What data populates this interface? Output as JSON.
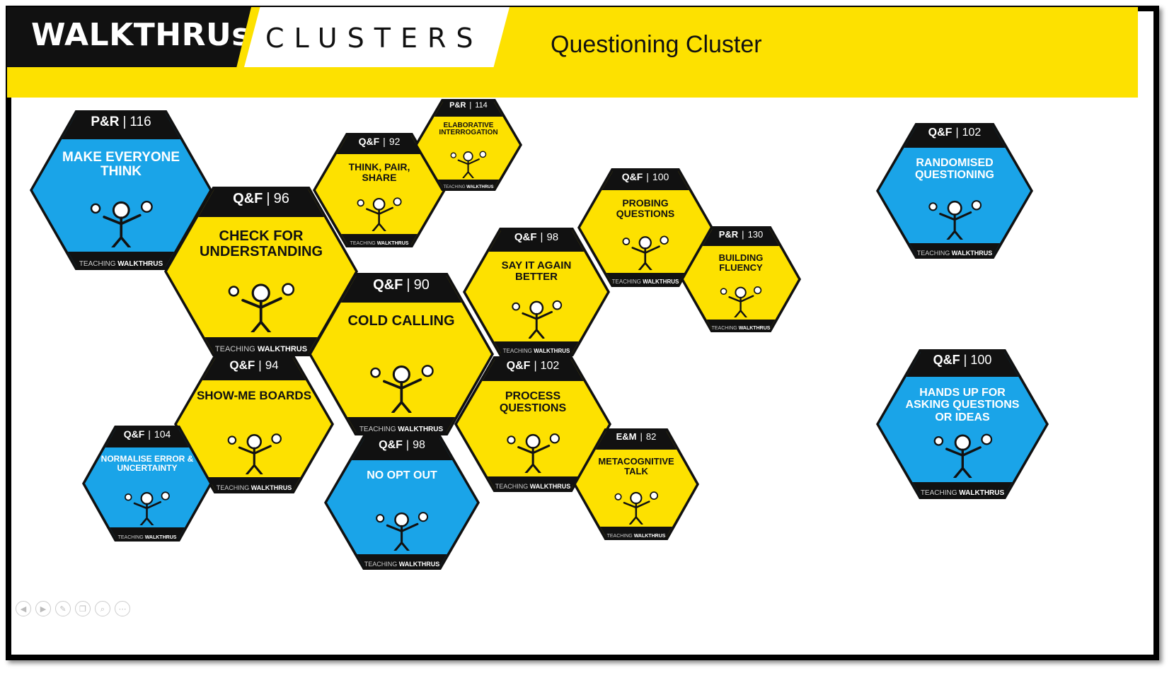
{
  "header": {
    "brand": "WALKTHRUs",
    "subtitle": "CLUSTERS",
    "title": "Questioning Cluster"
  },
  "colors": {
    "yellow": "#fde100",
    "blue": "#1aa4e8",
    "black": "#111111"
  },
  "footer_brand": "WALKTHRUS",
  "footer_prefix": "TEACHING",
  "cards": [
    {
      "id": "make-everyone-think",
      "code": "P&R",
      "num": "116",
      "title": "MAKE EVERYONE THINK",
      "color": "blue",
      "icon": "people-brain-icon"
    },
    {
      "id": "check-for-understanding",
      "code": "Q&F",
      "num": "96",
      "title": "CHECK FOR UNDERSTANDING",
      "color": "yellow",
      "icon": "thinking-person-icon"
    },
    {
      "id": "think-pair-share",
      "code": "Q&F",
      "num": "92",
      "title": "THINK, PAIR, SHARE",
      "color": "yellow",
      "icon": "teacher-gesture-icon"
    },
    {
      "id": "elaborative-interrogation",
      "code": "P&R",
      "num": "114",
      "title": "ELABORATIVE INTERROGATION",
      "color": "yellow",
      "icon": "group-speech-icon"
    },
    {
      "id": "probing-questions",
      "code": "Q&F",
      "num": "100",
      "title": "PROBING QUESTIONS",
      "color": "yellow",
      "icon": "question-cloud-icon"
    },
    {
      "id": "say-it-again-better",
      "code": "Q&F",
      "num": "98",
      "title": "SAY IT AGAIN BETTER",
      "color": "yellow",
      "icon": "quote-person-icon"
    },
    {
      "id": "building-fluency",
      "code": "P&R",
      "num": "130",
      "title": "BUILDING FLUENCY",
      "color": "yellow",
      "icon": "stairs-icon"
    },
    {
      "id": "cold-calling",
      "code": "Q&F",
      "num": "90",
      "title": "COLD CALLING",
      "color": "yellow",
      "icon": "pointing-teacher-icon"
    },
    {
      "id": "show-me-boards",
      "code": "Q&F",
      "num": "94",
      "title": "SHOW-ME BOARDS",
      "color": "yellow",
      "icon": "boards-icon"
    },
    {
      "id": "process-questions",
      "code": "Q&F",
      "num": "102",
      "title": "PROCESS QUESTIONS",
      "color": "yellow",
      "icon": "question-mark-icon"
    },
    {
      "id": "normalise-error",
      "code": "Q&F",
      "num": "104",
      "title": "NORMALISE ERROR & UNCERTAINTY",
      "color": "blue",
      "icon": "error-person-icon"
    },
    {
      "id": "no-opt-out",
      "code": "Q&F",
      "num": "98",
      "title": "NO OPT OUT",
      "color": "blue",
      "icon": "equation-board-icon"
    },
    {
      "id": "metacognitive-talk",
      "code": "E&M",
      "num": "82",
      "title": "METACOGNITIVE TALK",
      "color": "yellow",
      "icon": "lightbulb-person-icon"
    },
    {
      "id": "randomised-questioning",
      "code": "Q&F",
      "num": "102",
      "title": "RANDOMISED QUESTIONING",
      "color": "blue",
      "icon": "lottery-wheel-icon"
    },
    {
      "id": "hands-up",
      "code": "Q&F",
      "num": "100",
      "title": "HANDS UP FOR ASKING QUESTIONS OR IDEAS",
      "color": "blue",
      "icon": "idea-hands-icon"
    }
  ],
  "nav": [
    "◀",
    "▶",
    "✎",
    "❐",
    "⌕",
    "⋯"
  ]
}
